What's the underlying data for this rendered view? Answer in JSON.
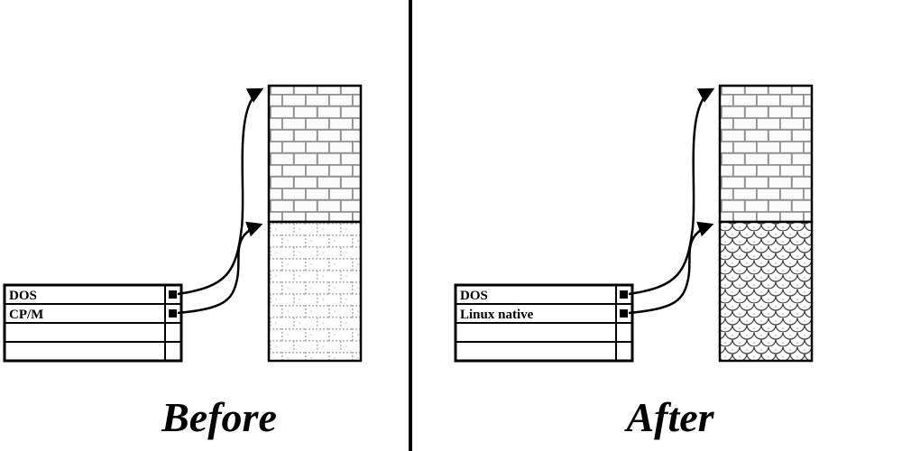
{
  "divider": {
    "color": "#000000"
  },
  "panels": [
    {
      "caption": "Before",
      "partition_table": {
        "rows": [
          "DOS",
          "CP/M",
          "",
          ""
        ],
        "marker_rows": [
          0,
          1
        ]
      },
      "disk": {
        "top_section_pattern": "brick-wall",
        "bottom_section_pattern": "brick-wall-dotted"
      }
    },
    {
      "caption": "After",
      "partition_table": {
        "rows": [
          "DOS",
          "Linux native",
          "",
          ""
        ],
        "marker_rows": [
          0,
          1
        ]
      },
      "disk": {
        "top_section_pattern": "brick-wall",
        "bottom_section_pattern": "fish-scales"
      }
    }
  ]
}
